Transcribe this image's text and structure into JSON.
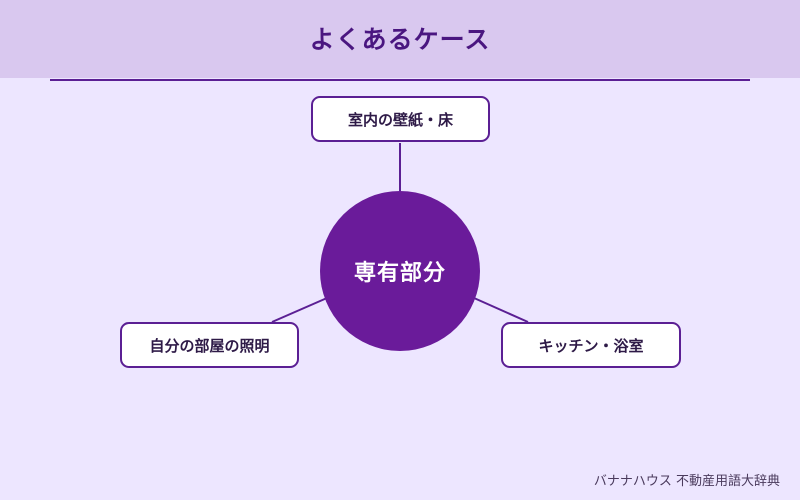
{
  "title": "よくあるケース",
  "center": {
    "label": "専有部分"
  },
  "nodes": {
    "top": "室内の壁紙・床",
    "left": "自分の部屋の照明",
    "right": "キッチン・浴室"
  },
  "footer": "バナナハウス 不動産用語大辞典",
  "colors": {
    "header_bg": "#d9c8ef",
    "page_bg": "#ede6ff",
    "accent": "#6a1b9a",
    "title": "#4a1680"
  }
}
